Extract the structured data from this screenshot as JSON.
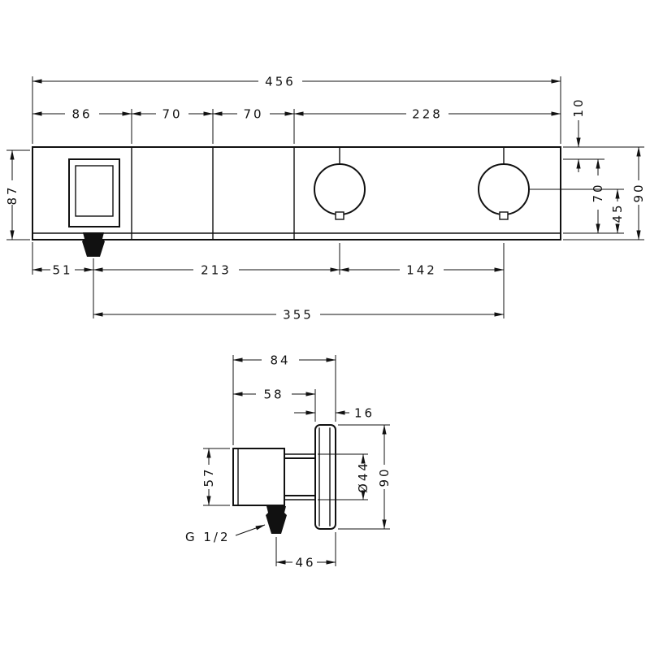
{
  "drawing": {
    "background": "#ffffff",
    "line_color": "#111111"
  },
  "front_view": {
    "dim_total_width": "456",
    "dim_segment_1": "86",
    "dim_segment_2": "70",
    "dim_segment_3": "70",
    "dim_segment_4": "228",
    "dim_top_offset": "10",
    "dim_left_height": "87",
    "dim_handle_height": "70",
    "dim_center_to_bottom": "45",
    "dim_right_height": "90",
    "dim_outlet_offset": "51",
    "dim_outlet_to_handle": "213",
    "dim_handle_spacing": "142",
    "dim_bottom_total": "355"
  },
  "side_view": {
    "dim_total_depth": "84",
    "dim_body_depth": "58",
    "dim_plate_thickness": "16",
    "dim_body_height": "57",
    "dim_boss_diameter": "Ø44",
    "dim_plate_height": "90",
    "thread_label": "G 1/2",
    "dim_outlet_to_plate": "46"
  }
}
